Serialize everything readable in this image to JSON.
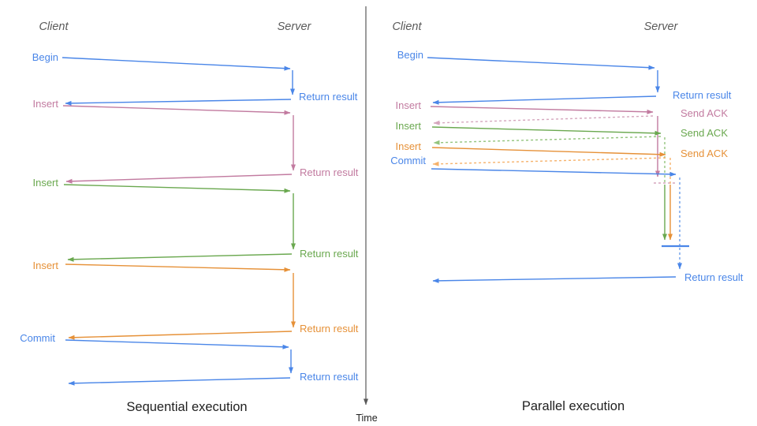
{
  "colors": {
    "blue": "#4a86e8",
    "pink": "#c27ba0",
    "green": "#6aa84f",
    "orange": "#e69138",
    "blue_light": "#6d9eeb",
    "pink_light": "#d5a6bd",
    "green_light": "#93c47d",
    "orange_light": "#f6b26b",
    "header_gray": "#5a5a5a",
    "axis_gray": "#595959"
  },
  "time_axis": {
    "label": "Time"
  },
  "left": {
    "client_header": "Client",
    "server_header": "Server",
    "caption": "Sequential execution",
    "ops": [
      {
        "label": "Begin",
        "color": "#4a86e8",
        "return_label": "Return result"
      },
      {
        "label": "Insert",
        "color": "#c27ba0",
        "return_label": "Return result"
      },
      {
        "label": "Insert",
        "color": "#6aa84f",
        "return_label": "Return result"
      },
      {
        "label": "Insert",
        "color": "#e69138",
        "return_label": "Return result"
      },
      {
        "label": "Commit",
        "color": "#4a86e8",
        "return_label": "Return result"
      }
    ]
  },
  "right": {
    "client_header": "Client",
    "server_header": "Server",
    "caption": "Parallel execution",
    "ops": [
      {
        "label": "Begin",
        "color": "#4a86e8",
        "response_label": "Return result"
      },
      {
        "label": "Insert",
        "color": "#c27ba0",
        "response_label": "Send ACK"
      },
      {
        "label": "Insert",
        "color": "#6aa84f",
        "response_label": "Send ACK"
      },
      {
        "label": "Insert",
        "color": "#e69138",
        "response_label": "Send ACK"
      },
      {
        "label": "Commit",
        "color": "#4a86e8",
        "response_label": "Return result"
      }
    ]
  }
}
